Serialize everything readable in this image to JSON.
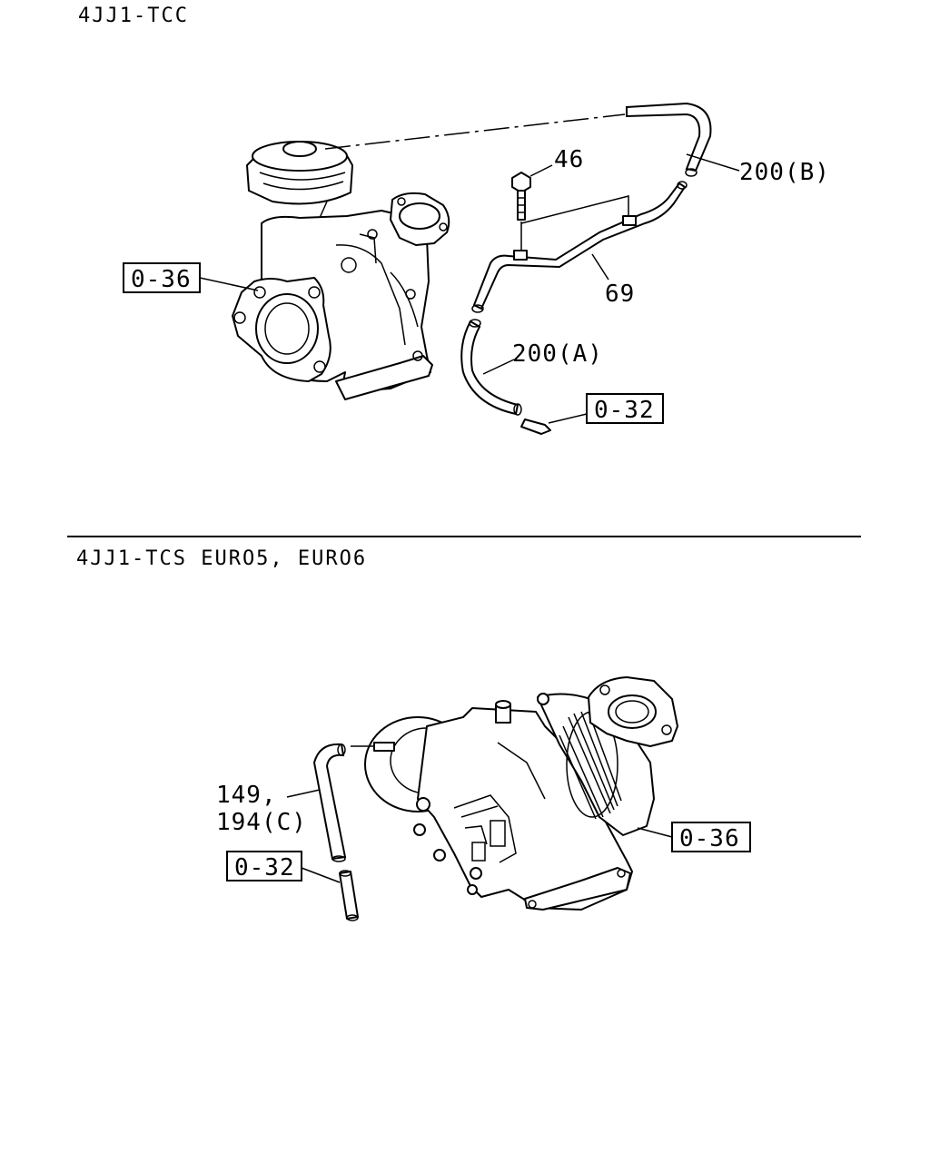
{
  "sections": [
    {
      "title": "4JJ1-TCC",
      "callouts": {
        "bolt": "46",
        "hose_b": "200(B)",
        "pipe": "69",
        "hose_a": "200(A)",
        "ref_turbo": "0-36",
        "ref_clamp": "0-32"
      }
    },
    {
      "title": "4JJ1-TCS EURO5, EURO6",
      "callouts": {
        "hose_line1": "149,",
        "hose_line2": "194(C)",
        "ref_clamp": "0-32",
        "ref_turbo": "0-36"
      }
    }
  ]
}
